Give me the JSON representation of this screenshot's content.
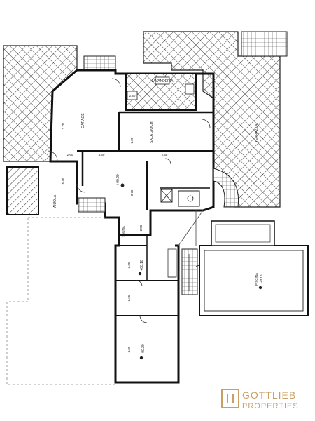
{
  "rooms": {
    "lavanderia": "LAVANDERIA",
    "garage": "GARAGE",
    "sala_giochi": "SALA GIOCHI",
    "terrazza": "TERRAZZA",
    "aiuola": "AIUOLA",
    "sauna": "SAUNA",
    "piscina": "PISCINA",
    "piscina_level": "-±3.10"
  },
  "dims": {
    "d1": "2.60",
    "d2": "2.70",
    "d3": "3.60",
    "d4": "2.80",
    "d5": "5.40",
    "d6": "3.70",
    "d7": "2.80",
    "d8": "3.35",
    "d9": "2.55",
    "d10": "4.80"
  },
  "levels": {
    "main": "+00.20",
    "mid": "+00.10",
    "low": "+00.20"
  },
  "logo": {
    "line1": "GOTTLIEB",
    "line2": "PROPERTIES"
  },
  "colors": {
    "logo_gold": "#c9a063",
    "ink": "#1a1a1a"
  }
}
